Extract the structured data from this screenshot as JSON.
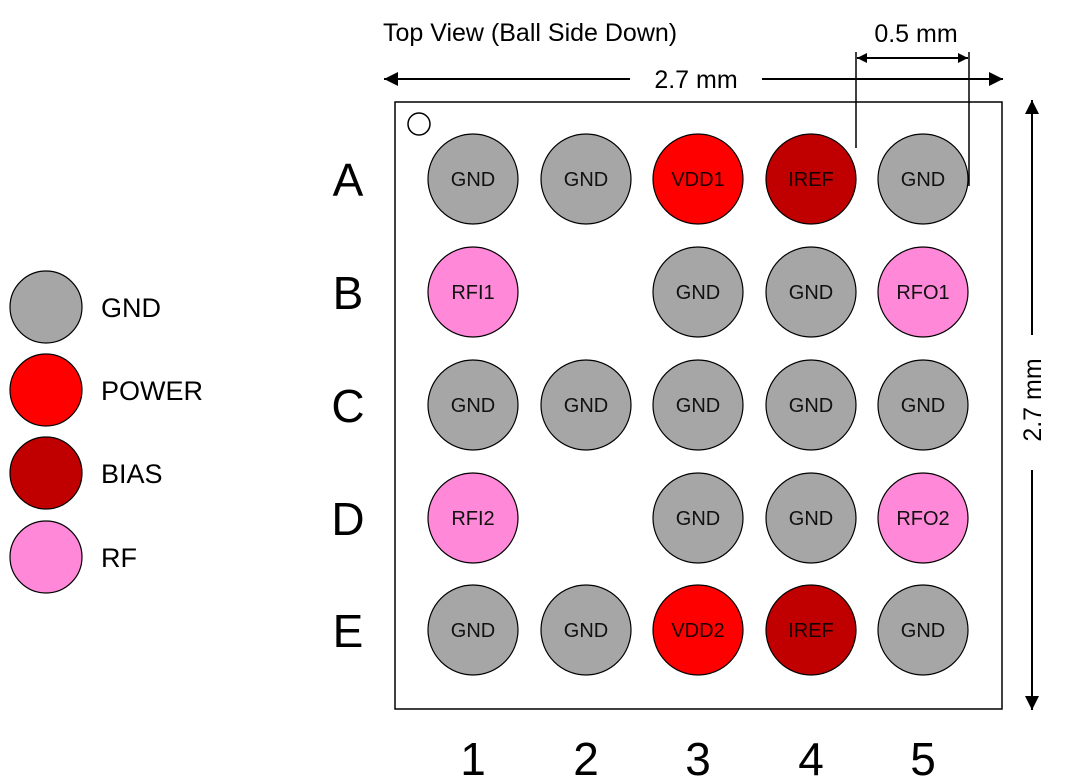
{
  "diagram": {
    "title": "Top View (Ball Side Down)",
    "width_label": "2.7 mm",
    "height_label": "2.7 mm",
    "pitch_label": "0.5 mm",
    "rows": [
      "A",
      "B",
      "C",
      "D",
      "E"
    ],
    "columns": [
      "1",
      "2",
      "3",
      "4",
      "5"
    ],
    "balls": [
      [
        "GND",
        "GND",
        "VDD1",
        "IREF",
        "GND"
      ],
      [
        "RFI1",
        "",
        "GND",
        "GND",
        "RFO1"
      ],
      [
        "GND",
        "GND",
        "GND",
        "GND",
        "GND"
      ],
      [
        "RFI2",
        "",
        "GND",
        "GND",
        "RFO2"
      ],
      [
        "GND",
        "GND",
        "VDD2",
        "IREF",
        "GND"
      ]
    ],
    "ball_types": [
      [
        "GND",
        "GND",
        "POWER",
        "BIAS",
        "GND"
      ],
      [
        "RF",
        null,
        "GND",
        "GND",
        "RF"
      ],
      [
        "GND",
        "GND",
        "GND",
        "GND",
        "GND"
      ],
      [
        "RF",
        null,
        "GND",
        "GND",
        "RF"
      ],
      [
        "GND",
        "GND",
        "POWER",
        "BIAS",
        "GND"
      ]
    ]
  },
  "legend": [
    {
      "label": "GND",
      "type": "GND"
    },
    {
      "label": "POWER",
      "type": "POWER"
    },
    {
      "label": "BIAS",
      "type": "BIAS"
    },
    {
      "label": "RF",
      "type": "RF"
    }
  ],
  "colors": {
    "GND": "#a6a6a6",
    "POWER": "#ff0000",
    "BIAS": "#c00000",
    "RF": "#ff88d8",
    "outline": "#000000"
  }
}
